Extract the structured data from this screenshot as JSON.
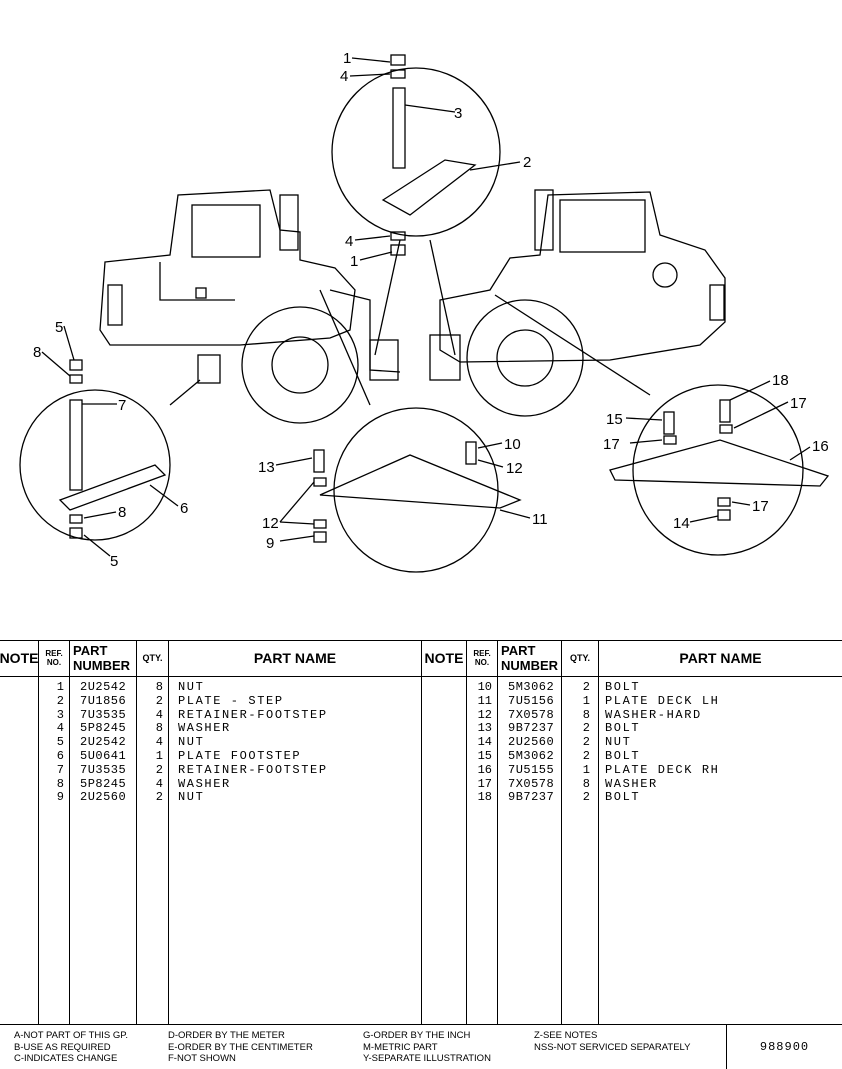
{
  "callouts": [
    "1",
    "2",
    "3",
    "4",
    "5",
    "6",
    "7",
    "8",
    "9",
    "10",
    "11",
    "12",
    "13",
    "14",
    "15",
    "16",
    "17",
    "18"
  ],
  "table": {
    "headers": {
      "note": "NOTE",
      "ref_line1": "REF.",
      "ref_line2": "NO.",
      "part_line1": "PART",
      "part_line2": "NUMBER",
      "qty": "QTY.",
      "part_name": "PART NAME"
    },
    "left": [
      {
        "ref": "1",
        "part": "2U2542",
        "qty": "8",
        "name": "NUT"
      },
      {
        "ref": "2",
        "part": "7U1856",
        "qty": "2",
        "name": "PLATE - STEP"
      },
      {
        "ref": "3",
        "part": "7U3535",
        "qty": "4",
        "name": "RETAINER-FOOTSTEP"
      },
      {
        "ref": "4",
        "part": "5P8245",
        "qty": "8",
        "name": "WASHER"
      },
      {
        "ref": "5",
        "part": "2U2542",
        "qty": "4",
        "name": "NUT"
      },
      {
        "ref": "6",
        "part": "5U0641",
        "qty": "1",
        "name": "PLATE FOOTSTEP"
      },
      {
        "ref": "7",
        "part": "7U3535",
        "qty": "2",
        "name": "RETAINER-FOOTSTEP"
      },
      {
        "ref": "8",
        "part": "5P8245",
        "qty": "4",
        "name": "WASHER"
      },
      {
        "ref": "9",
        "part": "2U2560",
        "qty": "2",
        "name": "NUT"
      }
    ],
    "right": [
      {
        "ref": "10",
        "part": "5M3062",
        "qty": "2",
        "name": "BOLT"
      },
      {
        "ref": "11",
        "part": "7U5156",
        "qty": "1",
        "name": "PLATE DECK LH"
      },
      {
        "ref": "12",
        "part": "7X0578",
        "qty": "8",
        "name": "WASHER-HARD"
      },
      {
        "ref": "13",
        "part": "9B7237",
        "qty": "2",
        "name": "BOLT"
      },
      {
        "ref": "14",
        "part": "2U2560",
        "qty": "2",
        "name": "NUT"
      },
      {
        "ref": "15",
        "part": "5M3062",
        "qty": "2",
        "name": "BOLT"
      },
      {
        "ref": "16",
        "part": "7U5155",
        "qty": "1",
        "name": "PLATE DECK RH"
      },
      {
        "ref": "17",
        "part": "7X0578",
        "qty": "8",
        "name": "WASHER"
      },
      {
        "ref": "18",
        "part": "9B7237",
        "qty": "2",
        "name": "BOLT"
      }
    ]
  },
  "legend": {
    "col1": [
      "A-NOT PART OF THIS GP.",
      "B-USE AS REQUIRED",
      "C-INDICATES CHANGE"
    ],
    "col2": [
      "D-ORDER BY THE METER",
      "E-ORDER BY THE CENTIMETER",
      "F-NOT SHOWN"
    ],
    "col3": [
      "G-ORDER BY THE INCH",
      "M-METRIC PART",
      "Y-SEPARATE ILLUSTRATION"
    ],
    "col4": [
      "Z-SEE NOTES",
      "NSS-NOT SERVICED SEPARATELY"
    ]
  },
  "page_number": "988900"
}
